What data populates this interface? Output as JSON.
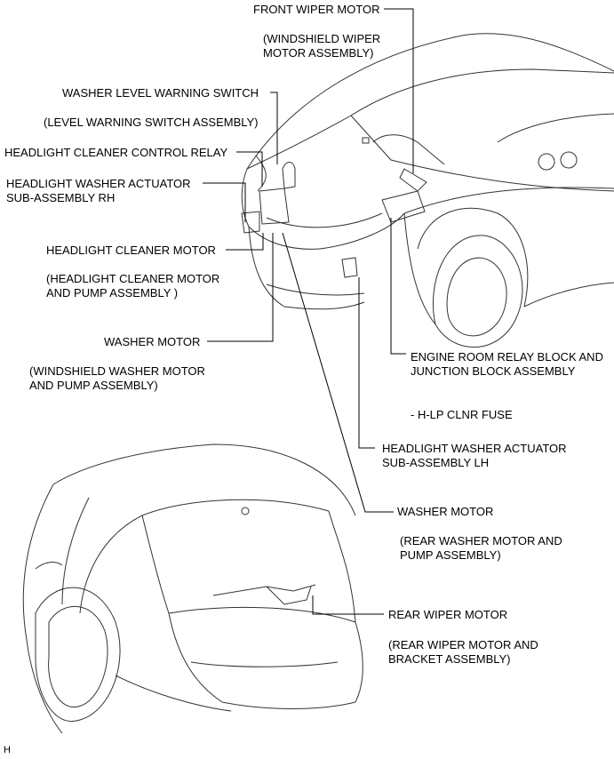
{
  "labels": {
    "front_wiper_motor": "FRONT WIPER MOTOR",
    "front_wiper_motor_assy": "(WINDSHIELD WIPER\nMOTOR ASSEMBLY)",
    "washer_level_switch": "WASHER LEVEL WARNING SWITCH",
    "washer_level_switch_assy": "(LEVEL WARNING SWITCH ASSEMBLY)",
    "headlight_cleaner_relay": "HEADLIGHT CLEANER CONTROL RELAY",
    "headlight_washer_actuator_rh": "HEADLIGHT WASHER ACTUATOR\nSUB-ASSEMBLY RH",
    "headlight_cleaner_motor": "HEADLIGHT CLEANER MOTOR",
    "headlight_cleaner_motor_assy": "(HEADLIGHT CLEANER MOTOR\nAND PUMP ASSEMBLY )",
    "washer_motor_front": "WASHER MOTOR",
    "washer_motor_front_assy": "(WINDSHIELD WASHER MOTOR\nAND PUMP ASSEMBLY)",
    "engine_room_relay_block": "ENGINE ROOM RELAY BLOCK AND\nJUNCTION BLOCK ASSEMBLY",
    "hlp_clnr_fuse": "- H-LP CLNR FUSE",
    "headlight_washer_actuator_lh": "HEADLIGHT WASHER ACTUATOR\nSUB-ASSEMBLY LH",
    "washer_motor_rear": "WASHER MOTOR",
    "washer_motor_rear_assy": "(REAR WASHER MOTOR AND\nPUMP ASSEMBLY)",
    "rear_wiper_motor": "REAR WIPER MOTOR",
    "rear_wiper_motor_assy": "(REAR WIPER MOTOR AND\nBRACKET ASSEMBLY)",
    "corner_mark": "H"
  },
  "colors": {
    "line": "#000000",
    "outline": "#333333",
    "background": "#ffffff"
  }
}
